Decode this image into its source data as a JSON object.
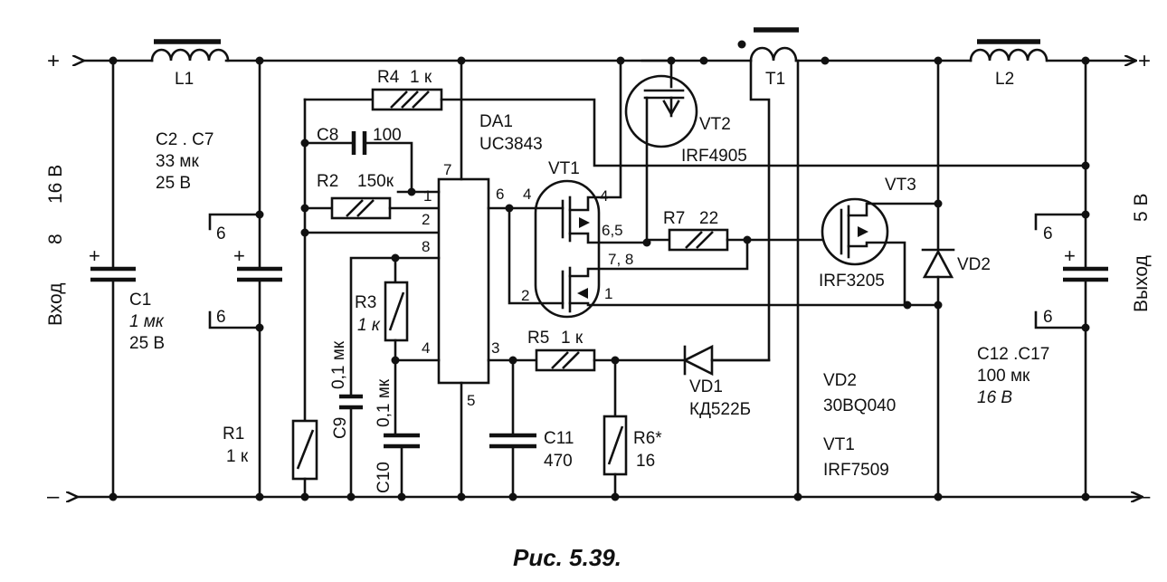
{
  "rails": {
    "positive_left": "+",
    "positive_right": "+",
    "negative_left": "–",
    "negative_right": "–"
  },
  "input": {
    "label": "Вход",
    "v_min": "8",
    "v_max": "16 В"
  },
  "output": {
    "label": "Выход",
    "voltage": "5 В"
  },
  "components": {
    "L1": {
      "name": "L1"
    },
    "L2": {
      "name": "L2"
    },
    "T1": {
      "name": "T1"
    },
    "C1": {
      "name": "C1",
      "value": "1 мк",
      "voltage": "25 В"
    },
    "C2_C7": {
      "name": "C2 . C7",
      "value": "33 мк",
      "voltage": "25 В",
      "count_top": "6",
      "count_bottom": "6"
    },
    "C8": {
      "name": "C8",
      "value": "100"
    },
    "C9": {
      "name": "C9",
      "value": "0,1 мк"
    },
    "C10": {
      "name": "C10",
      "value": "0,1 мк"
    },
    "C11": {
      "name": "C11",
      "value": "470"
    },
    "C12_C17": {
      "name": "C12 .C17",
      "value": "100 мк",
      "voltage": "16 В",
      "count_top": "6",
      "count_bottom": "6"
    },
    "R1": {
      "name": "R1",
      "value": "1 к"
    },
    "R2": {
      "name": "R2",
      "value": "150к"
    },
    "R3": {
      "name": "R3",
      "value": "1 к"
    },
    "R4": {
      "name": "R4",
      "value": "1 к"
    },
    "R5": {
      "name": "R5",
      "value": "1 к"
    },
    "R6": {
      "name": "R6*",
      "value": "16"
    },
    "R7": {
      "name": "R7",
      "value": "22"
    },
    "DA1": {
      "name": "DA1",
      "part": "UC3843",
      "pins": [
        "1",
        "2",
        "8",
        "4",
        "7",
        "6",
        "3",
        "5"
      ]
    },
    "VT1": {
      "name": "VT1",
      "pins": [
        "4",
        "4",
        "6,5",
        "7, 8",
        "2",
        "1"
      ]
    },
    "VT2": {
      "name": "VT2",
      "part": "IRF4905"
    },
    "VT3": {
      "name": "VT3",
      "part": "IRF3205"
    },
    "VD1": {
      "name": "VD1",
      "part": "КД522Б"
    },
    "VD2": {
      "name": "VD2"
    }
  },
  "parts_list": {
    "vd2_label": "VD2",
    "vd2_part": "30BQ040",
    "vt1_label": "VT1",
    "vt1_part": "IRF7509"
  },
  "caption": "Рис. 5.39."
}
